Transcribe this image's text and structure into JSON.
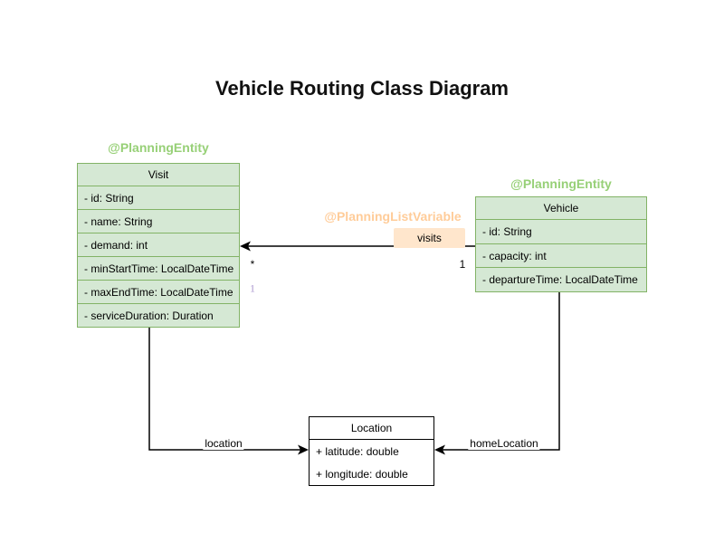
{
  "title": "Vehicle Routing Class Diagram",
  "colors": {
    "class_fill": "#d5e8d4",
    "class_border": "#82b366",
    "plain_class_border": "#000000",
    "entity_annotation_text": "#97d077",
    "list_variable_annotation_text": "#ffcc99",
    "visits_label_bg": "#ffe6cc",
    "edge_color": "#000000",
    "secondary_multiplicity_color": "#ab97cf"
  },
  "classes": {
    "visit": {
      "annotation": "@PlanningEntity",
      "name": "Visit",
      "attributes": [
        "- id: String",
        "- name: String",
        "- demand: int",
        "- minStartTime: LocalDateTime",
        "- maxEndTime: LocalDateTime",
        "- serviceDuration: Duration"
      ]
    },
    "vehicle": {
      "annotation": "@PlanningEntity",
      "name": "Vehicle",
      "attributes": [
        "- id: String",
        "- capacity: int",
        "- departureTime: LocalDateTime"
      ]
    },
    "location": {
      "name": "Location",
      "attributes": [
        "+ latitude: double",
        "+ longitude: double"
      ]
    }
  },
  "edges": {
    "visits": {
      "annotation": "@PlanningListVariable",
      "label": "visits",
      "multiplicity_target": "*",
      "multiplicity_source": "1",
      "multiplicity_secondary": "1"
    },
    "location": {
      "label": "location"
    },
    "homeLocation": {
      "label": "homeLocation"
    }
  }
}
